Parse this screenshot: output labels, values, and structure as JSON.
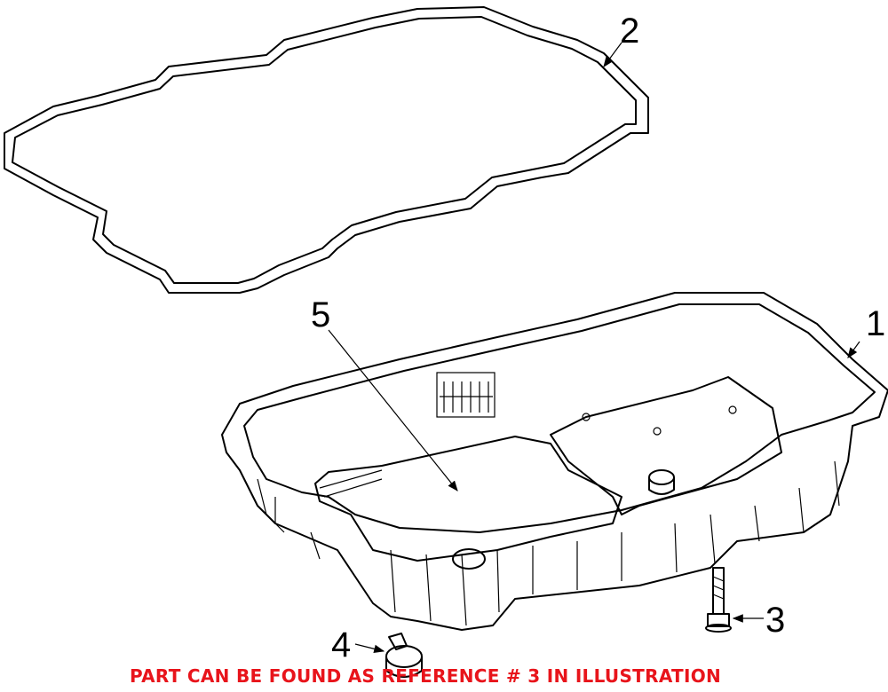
{
  "callouts": {
    "part1": "1",
    "part2": "2",
    "part3": "3",
    "part4": "4",
    "part5": "5"
  },
  "notice": {
    "text": "PART CAN BE FOUND AS REFERENCE # 3 IN ILLUSTRATION",
    "color": "#e8141b"
  },
  "parts": [
    "oil-pan",
    "pan-gasket",
    "pan-bolt",
    "drain-plug",
    "filter"
  ]
}
